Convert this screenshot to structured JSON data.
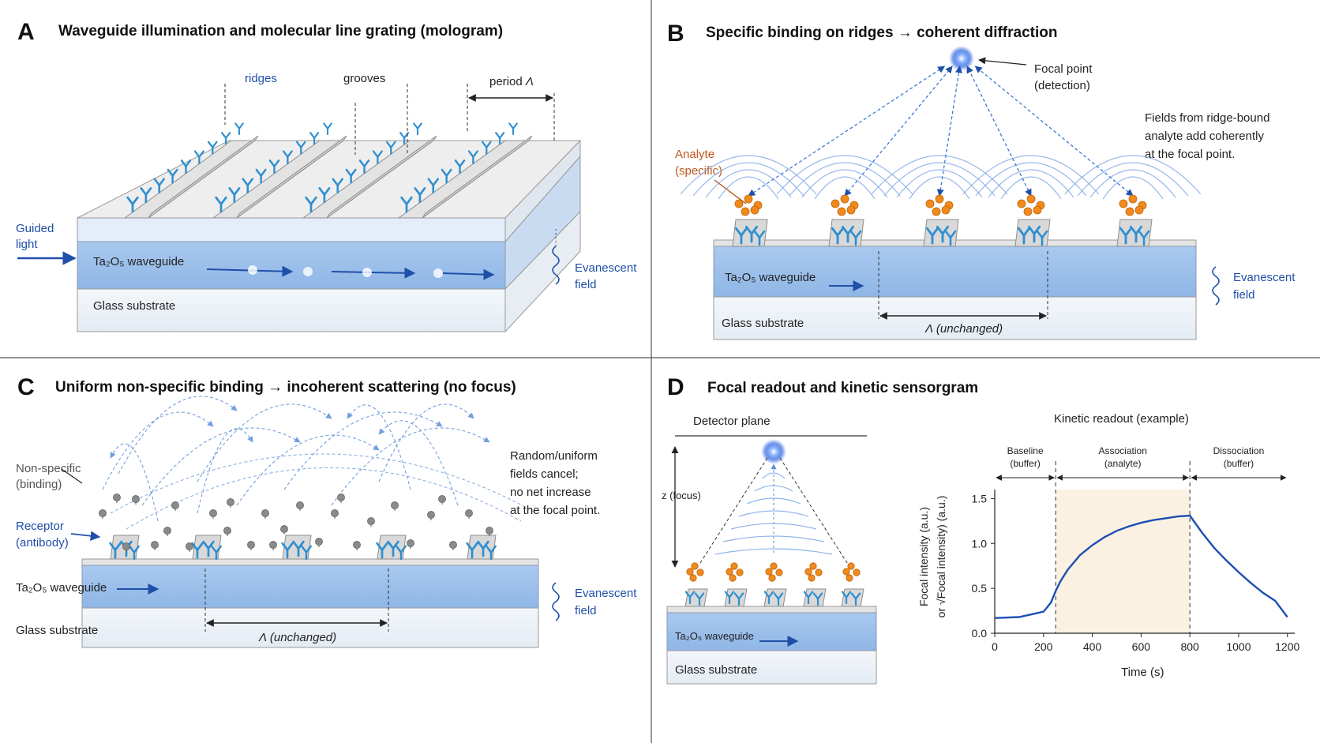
{
  "colors": {
    "antibody": "#2f8fd0",
    "analyte": "#f08a1c",
    "waveguide": "#9cc1ea",
    "label_blue": "#1f4fa8",
    "analyte_label": "#c0561b",
    "curve": "#1d4fb3",
    "association_shade": "#fbf1e2"
  },
  "panel_a": {
    "letter": "A",
    "title": "Waveguide illumination and molecular line grating (mologram)",
    "ridges": "ridges",
    "grooves": "grooves",
    "period_word": "period",
    "period_symbol": "Λ",
    "guided_light": [
      "Guided",
      "light"
    ],
    "waveguide": "Ta₂O₅ waveguide",
    "substrate": "Glass substrate",
    "evanescent": [
      "Evanescent",
      "field"
    ]
  },
  "panel_b": {
    "letter": "B",
    "title": "Specific binding on ridges → coherent diffraction",
    "focal": [
      "Focal point",
      "(detection)"
    ],
    "analyte": [
      "Analyte",
      "(specific)"
    ],
    "note": [
      "Fields from ridge-bound",
      "analyte add coherently",
      "at the focal point."
    ],
    "waveguide": "Ta₂O₅ waveguide",
    "substrate": "Glass substrate",
    "evanescent": [
      "Evanescent",
      "field"
    ],
    "period": "Λ  (unchanged)"
  },
  "panel_c": {
    "letter": "C",
    "title": "Uniform non-specific binding → incoherent scattering (no focus)",
    "nonspecific": [
      "Non-specific",
      "(binding)"
    ],
    "receptor": [
      "Receptor",
      "(antibody)"
    ],
    "note": [
      "Random/uniform",
      "fields cancel;",
      "no net increase",
      "at the focal point."
    ],
    "waveguide": "Ta₂O₅ waveguide",
    "substrate": "Glass substrate",
    "evanescent": [
      "Evanescent",
      "field"
    ],
    "period": "Λ  (unchanged)"
  },
  "panel_d": {
    "letter": "D",
    "title": "Focal readout and kinetic sensorgram",
    "detector_plane": "Detector plane",
    "z_focus": "z (focus)",
    "waveguide": "Ta₂O₅ waveguide",
    "substrate": "Glass substrate"
  },
  "chart_data": {
    "type": "line",
    "title": "Kinetic readout  (example)",
    "xlabel": "Time (s)",
    "ylabel": [
      "Focal intensity (a.u.)",
      "or √Focal intensity) (a.u.)"
    ],
    "xlim": [
      0,
      1230
    ],
    "ylim": [
      0,
      1.6
    ],
    "xticks": [
      0,
      200,
      400,
      600,
      800,
      1000,
      1200
    ],
    "yticks": [
      0.0,
      0.5,
      1.0,
      1.5
    ],
    "ytick_labels": [
      "0.0",
      "0.5",
      "1.0",
      "1.5"
    ],
    "phases": [
      {
        "name": "Baseline",
        "sub": "(buffer)",
        "start": 0,
        "end": 250
      },
      {
        "name": "Association",
        "sub": "(analyte)",
        "start": 250,
        "end": 800
      },
      {
        "name": "Dissociation",
        "sub": "(buffer)",
        "start": 800,
        "end": 1200
      }
    ],
    "series": [
      {
        "values": [
          [
            0,
            0.17
          ],
          [
            100,
            0.18
          ],
          [
            200,
            0.24
          ],
          [
            230,
            0.34
          ],
          [
            250,
            0.47
          ],
          [
            270,
            0.58
          ],
          [
            300,
            0.71
          ],
          [
            350,
            0.87
          ],
          [
            400,
            0.98
          ],
          [
            450,
            1.07
          ],
          [
            500,
            1.14
          ],
          [
            550,
            1.19
          ],
          [
            600,
            1.23
          ],
          [
            650,
            1.26
          ],
          [
            700,
            1.28
          ],
          [
            750,
            1.3
          ],
          [
            800,
            1.31
          ],
          [
            850,
            1.12
          ],
          [
            900,
            0.95
          ],
          [
            950,
            0.81
          ],
          [
            1000,
            0.68
          ],
          [
            1050,
            0.56
          ],
          [
            1100,
            0.45
          ],
          [
            1150,
            0.36
          ],
          [
            1200,
            0.18
          ]
        ]
      }
    ]
  }
}
